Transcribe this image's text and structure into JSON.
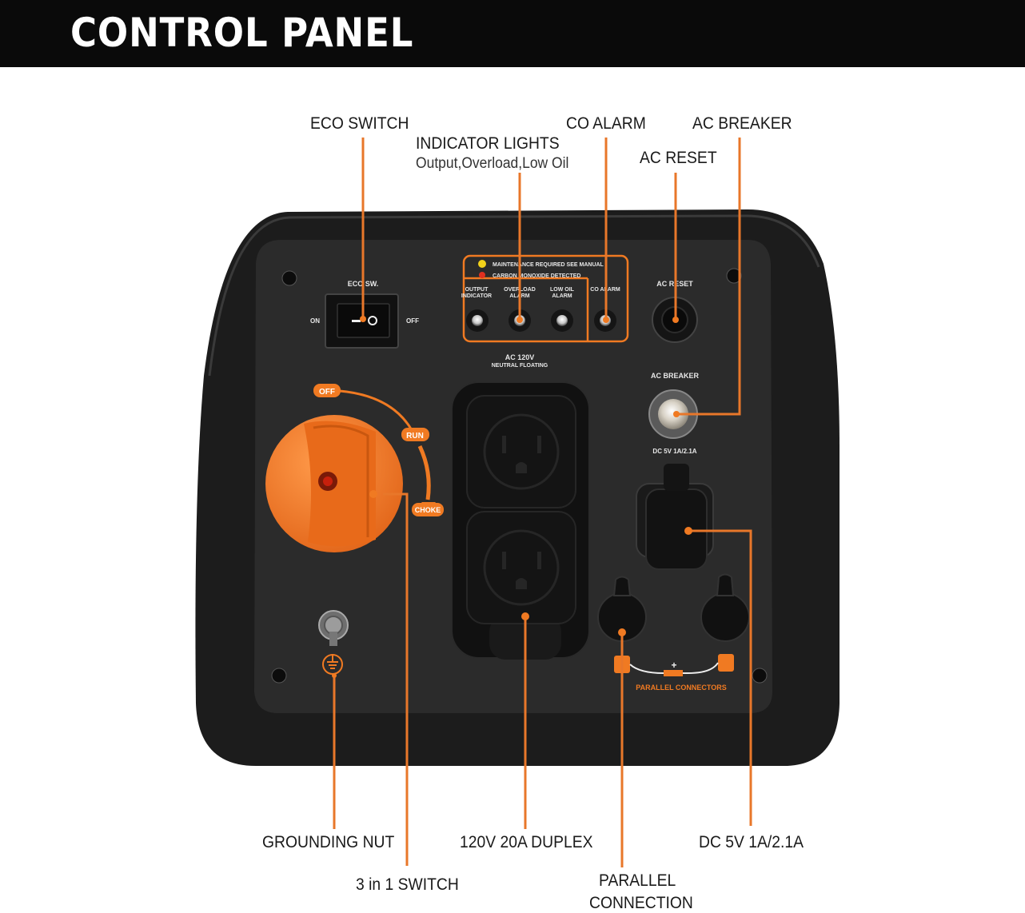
{
  "header": {
    "title": "CONTROL PANEL"
  },
  "callouts": {
    "eco_switch": "ECO SWITCH",
    "indicator_lights": "INDICATOR LIGHTS",
    "indicator_lights_sub": "Output,Overload,Low Oil",
    "co_alarm": "CO ALARM",
    "ac_breaker": "AC BREAKER",
    "ac_reset": "AC RESET",
    "grounding_nut": "GROUNDING NUT",
    "three_in_one_switch": "3 in 1 SWITCH",
    "duplex": "120V 20A DUPLEX",
    "parallel_1": "PARALLEL",
    "parallel_2": "CONNECTION",
    "dc": "DC 5V 1A/2.1A"
  },
  "panel": {
    "eco_sw": "ECO SW.",
    "on": "ON",
    "off": "OFF",
    "maintenance": "MAINTENANCE REQUIRED SEE MANUAL",
    "carbon": "CARBON MONOXIDE DETECTED",
    "output_indicator_1": "OUTPUT",
    "output_indicator_2": "INDICATOR",
    "overload_1": "OVERLOAD",
    "overload_2": "ALARM",
    "low_oil_1": "LOW OIL",
    "low_oil_2": "ALARM",
    "co_alarm": "CO ALARM",
    "ac_reset": "AC RESET",
    "ac_120v": "AC 120V",
    "neutral_floating": "NEUTRAL FLOATING",
    "ac_breaker": "AC BREAKER",
    "dc_label": "DC 5V 1A/2.1A",
    "knob_off": "OFF",
    "knob_run": "RUN",
    "knob_choke": "CHOKE",
    "parallel_connectors": "PARALLEL CONNECTORS"
  },
  "colors": {
    "accent": "#f07a22",
    "leader": "#e8772a",
    "panel": "#2a2a2a",
    "frame": "#1c1c1c"
  }
}
